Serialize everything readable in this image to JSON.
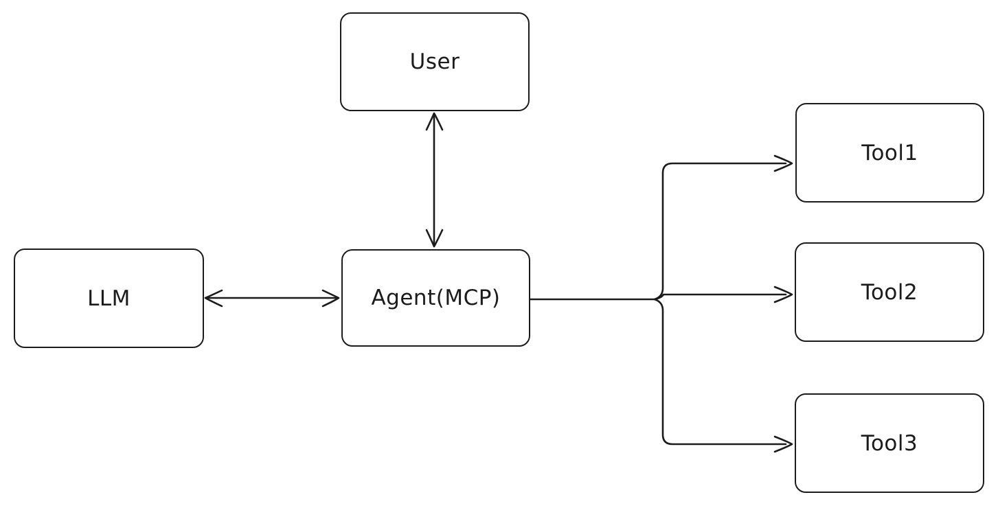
{
  "diagram": {
    "title": "Agent MCP architecture diagram",
    "background_color": "#ffffff",
    "stroke_color": "#1b1b1b",
    "nodes": [
      {
        "id": "user",
        "label": "User"
      },
      {
        "id": "llm",
        "label": "LLM"
      },
      {
        "id": "agent",
        "label": "Agent(MCP)"
      },
      {
        "id": "tool1",
        "label": "Tool1"
      },
      {
        "id": "tool2",
        "label": "Tool2"
      },
      {
        "id": "tool3",
        "label": "Tool3"
      }
    ],
    "edges": [
      {
        "from": "user",
        "to": "agent",
        "direction": "bidirectional"
      },
      {
        "from": "llm",
        "to": "agent",
        "direction": "bidirectional"
      },
      {
        "from": "agent",
        "to": "tool1",
        "direction": "forward"
      },
      {
        "from": "agent",
        "to": "tool2",
        "direction": "forward"
      },
      {
        "from": "agent",
        "to": "tool3",
        "direction": "forward"
      }
    ]
  }
}
